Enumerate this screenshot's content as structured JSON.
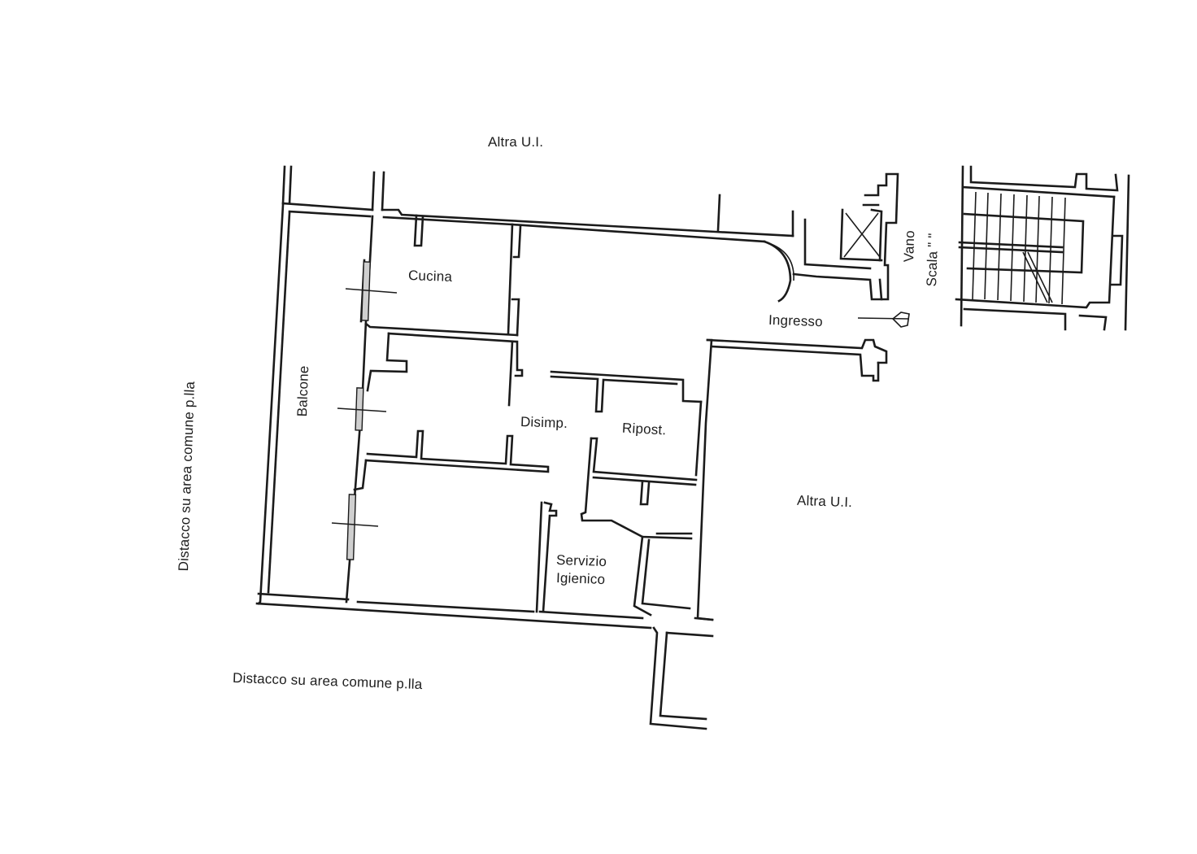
{
  "plan": {
    "labels": {
      "altra_ui_top": "Altra U.I.",
      "altra_ui_right": "Altra U.I.",
      "cucina": "Cucina",
      "balcone": "Balcone",
      "disimp": "Disimp.",
      "ripost": "Ripost.",
      "servizio_line1": "Servizio",
      "servizio_line2": "Igienico",
      "ingresso": "Ingresso",
      "vano": "Vano",
      "scala": "Scala \" \"",
      "distacco_bottom": "Distacco su area comune p.lla",
      "distacco_left": "Distacco su area comune p.lla"
    },
    "colors": {
      "ink": "#1b1b1b",
      "paper": "#ffffff",
      "window_fill": "#cfcfcf"
    }
  }
}
